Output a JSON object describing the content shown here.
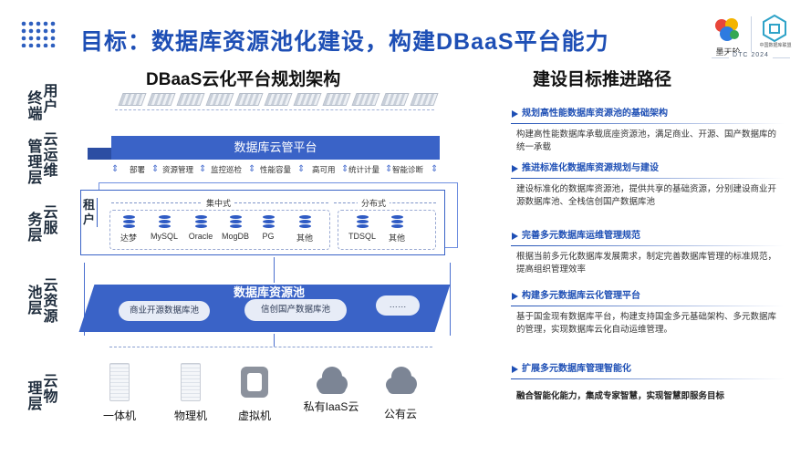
{
  "header": {
    "title": "目标：数据库资源池化建设，构建DBaaS平台能力",
    "logo1_text": "墨天轮",
    "logo2_text": "中国数据库联盟",
    "event": "DTC 2024"
  },
  "left": {
    "subtitle": "DBaaS云化平台规划架构",
    "layers": [
      {
        "c1": "终端",
        "c2": "用户"
      },
      {
        "c1": "管理层",
        "c2": "云运维"
      },
      {
        "c1": "务层",
        "c2": "云服"
      },
      {
        "c1": "池层",
        "c2": "云资源"
      },
      {
        "c1": "理层",
        "c2": "云物"
      }
    ],
    "platform": "数据库云管平台",
    "functions": [
      "部署",
      "资源管理",
      "监控巡检",
      "性能容量",
      "高可用",
      "统计计量",
      "智能诊断"
    ],
    "tenant": "租户",
    "centralized_label": "集中式",
    "distributed_label": "分布式",
    "centralized_dbs": [
      "达梦",
      "MySQL",
      "Oracle",
      "MogDB",
      "PG",
      "其他"
    ],
    "distributed_dbs": [
      "TDSQL",
      "其他"
    ],
    "pool_title": "数据库资源池",
    "pools": [
      "商业开源数据库池",
      "信创国产数据库池",
      "……"
    ],
    "physical": [
      "一体机",
      "物理机",
      "虚拟机",
      "私有IaaS云",
      "公有云"
    ]
  },
  "right": {
    "subtitle": "建设目标推进路径",
    "sections": [
      {
        "head": "规划高性能数据库资源池的基础架构",
        "body": "构建高性能数据库承载底座资源池，满足商业、开源、国产数据库的统一承载"
      },
      {
        "head": "推进标准化数据库资源规划与建设",
        "body": "建设标准化的数据库资源池，提供共享的基础资源，分别建设商业开源数据库池、全栈信创国产数据库池"
      },
      {
        "head": "完善多元数据库运维管理规范",
        "body": "根据当前多元化数据库发展需求，制定完善数据库管理的标准规范，提高组织管理效率"
      },
      {
        "head": "构建多元数据库云化管理平台",
        "body": "基于国金现有数据库平台，构建支持国金多元基础架构、多元数据库的管理，实现数据库云化自动运维管理。"
      },
      {
        "head": "扩展多元数据库管理智能化",
        "body": "融合智能化能力，集成专家智慧，实现智慧即服务目标"
      }
    ]
  }
}
